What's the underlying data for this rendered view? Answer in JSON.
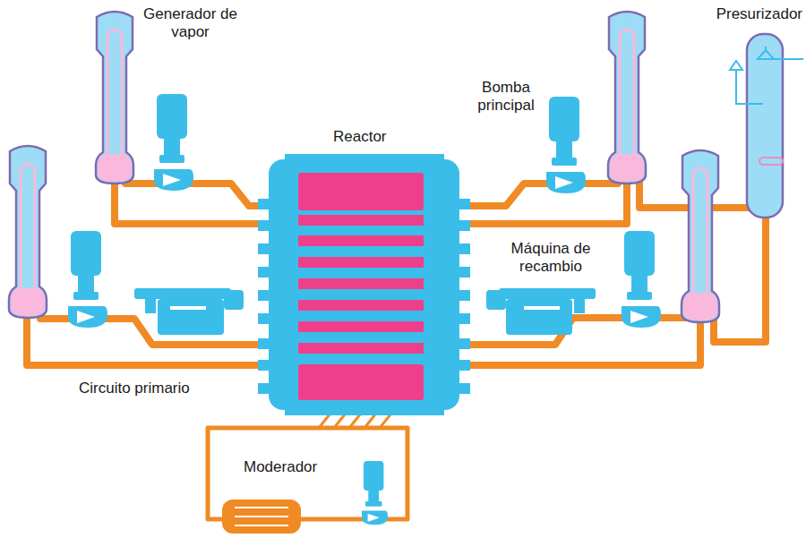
{
  "diagram": {
    "labels": [
      "Generador de vapor",
      "Presurizador",
      "Bomba principal",
      "Reactor",
      "Máquina de recambio",
      "Circuito primario",
      "Moderador"
    ]
  }
}
